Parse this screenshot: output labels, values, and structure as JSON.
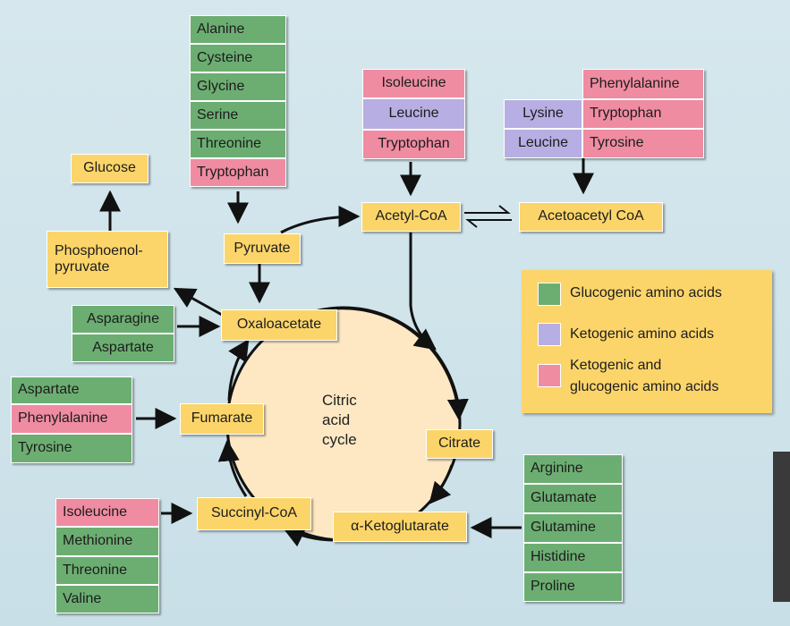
{
  "cycle": {
    "label_lines": [
      "Citric",
      "acid",
      "cycle"
    ]
  },
  "nodes": {
    "glucose": "Glucose",
    "pep_line1": "Phosphoenol-",
    "pep_line2": "pyruvate",
    "pyruvate": "Pyruvate",
    "oxaloacetate": "Oxaloacetate",
    "acetyl_coa": "Acetyl-CoA",
    "acetoacetyl_coa": "Acetoacetyl CoA",
    "citrate": "Citrate",
    "alpha_ketoglutarate": "α-Ketoglutarate",
    "succinyl_coa": "Succinyl-CoA",
    "fumarate": "Fumarate"
  },
  "groups": {
    "pyruvate_inputs": [
      "Alanine",
      "Cysteine",
      "Glycine",
      "Serine",
      "Threonine",
      "Tryptophan"
    ],
    "acetyl_inputs": [
      "Isoleucine",
      "Leucine",
      "Tryptophan"
    ],
    "acetoacetyl_inputs": {
      "left": [
        "Lysine",
        "Leucine"
      ],
      "right": [
        "Phenylalanine",
        "Tryptophan",
        "Tyrosine"
      ]
    },
    "oxaloacetate_inputs": [
      "Asparagine",
      "Aspartate"
    ],
    "fumarate_inputs": [
      "Aspartate",
      "Phenylalanine",
      "Tyrosine"
    ],
    "succinyl_inputs": [
      "Isoleucine",
      "Methionine",
      "Threonine",
      "Valine"
    ],
    "ketoglutarate_inputs": [
      "Arginine",
      "Glutamate",
      "Glutamine",
      "Histidine",
      "Proline"
    ]
  },
  "legend": {
    "glucogenic": "Glucogenic amino acids",
    "ketogenic": "Ketogenic amino acids",
    "both_line1": "Ketogenic and",
    "both_line2": "glucogenic amino acids"
  },
  "colors": {
    "glucogenic": "#6cae72",
    "ketogenic": "#b7aee3",
    "both": "#ef8ca2",
    "intermediate": "#fcd56a",
    "cycle": "#fde8c3",
    "background": "#d2e6ec"
  }
}
